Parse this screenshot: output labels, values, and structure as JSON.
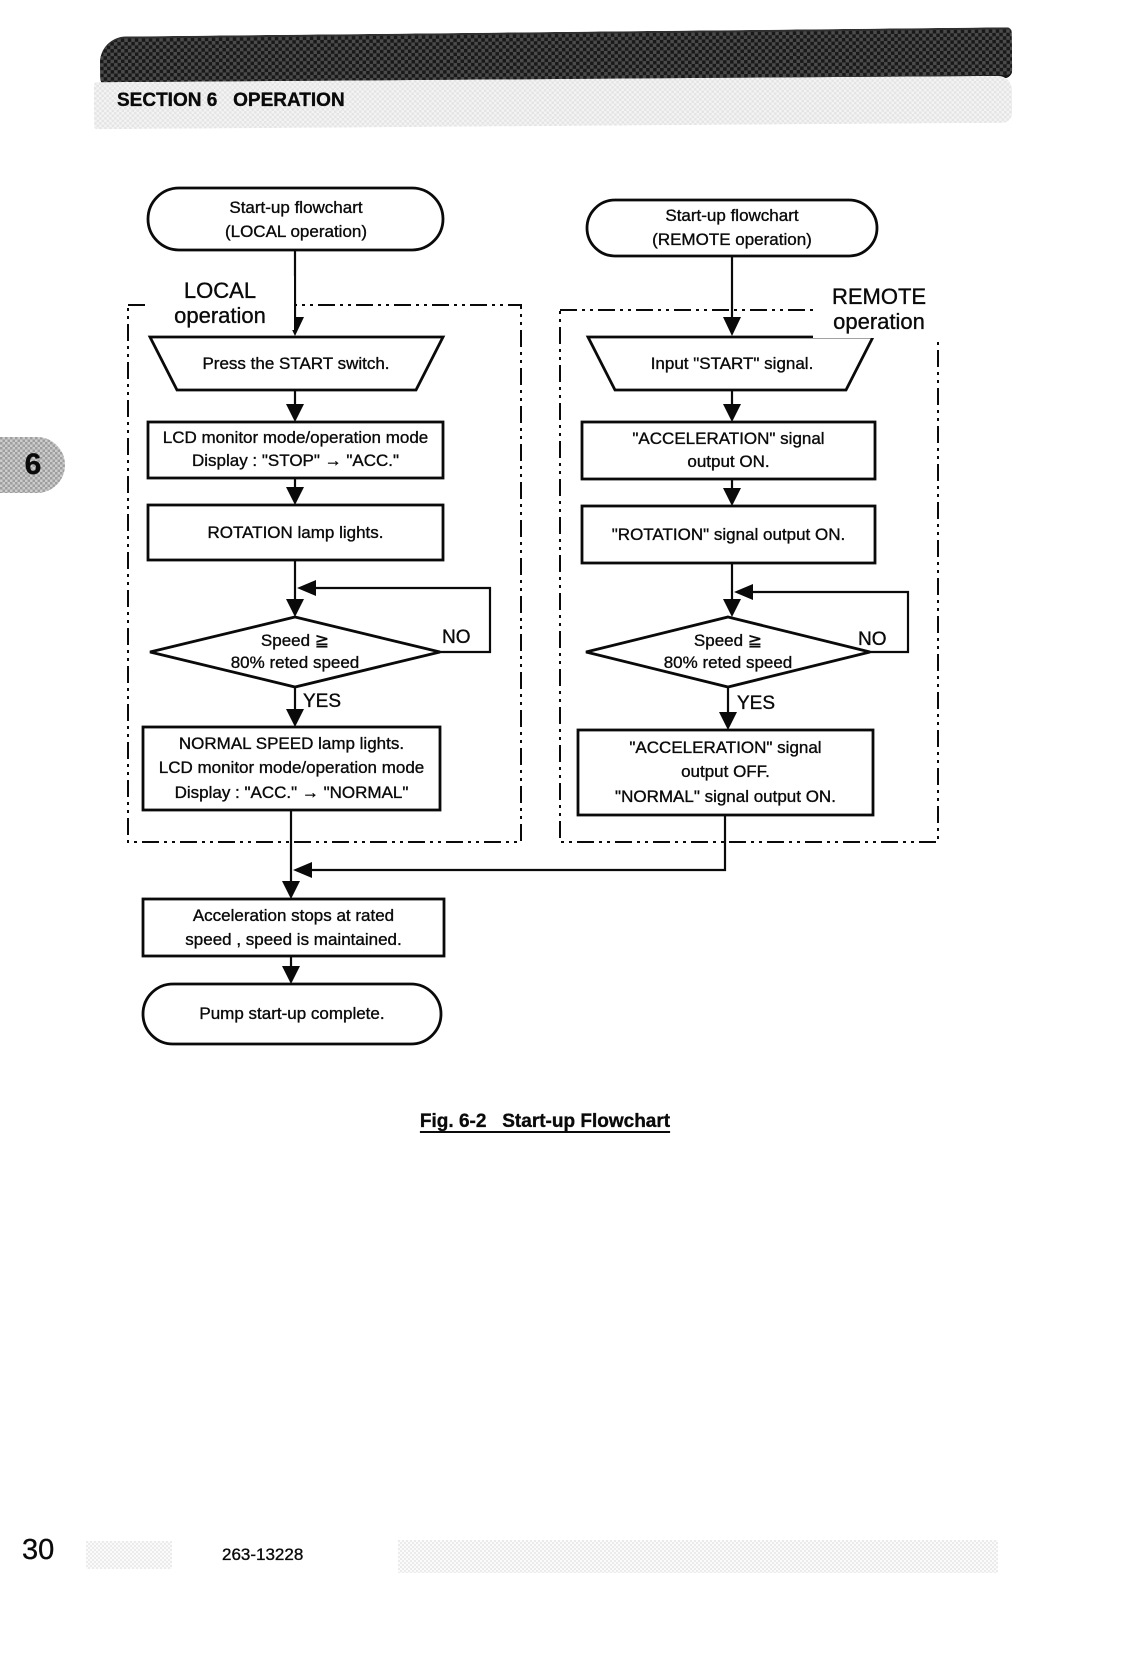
{
  "colors": {
    "ink": "#0a0a0a"
  },
  "header": {
    "section_title": "SECTION 6   OPERATION",
    "side_tab_number": "6"
  },
  "footer": {
    "page_number": "30",
    "document_number": "263-13228"
  },
  "figure": {
    "caption": "Fig. 6-2   Start-up Flowchart"
  },
  "flowchart": {
    "local": {
      "start_terminal": "Start-up flowchart\n(LOCAL operation)",
      "region_label": "LOCAL\noperation",
      "input_step": "Press the START switch.",
      "step_lcd": "LCD monitor mode/operation mode\nDisplay : \"STOP\" → \"ACC.\"",
      "step_rotation": "ROTATION lamp lights.",
      "decision": "Speed ≧\n80% reted speed",
      "no_label": "NO",
      "yes_label": "YES",
      "step_normal": "NORMAL SPEED lamp lights.\nLCD monitor mode/operation mode\nDisplay : \"ACC.\" → \"NORMAL\""
    },
    "remote": {
      "start_terminal": "Start-up flowchart\n(REMOTE operation)",
      "region_label": "REMOTE\noperation",
      "input_step": "Input \"START\" signal.",
      "step_accel_on": "\"ACCELERATION\" signal\noutput ON.",
      "step_rotation_on": "\"ROTATION\" signal output ON.",
      "decision": "Speed ≧\n80% reted speed",
      "no_label": "NO",
      "yes_label": "YES",
      "step_accel_off": "\"ACCELERATION\" signal\noutput OFF.\n\"NORMAL\" signal output ON."
    },
    "merge": {
      "step_rated_speed": "Acceleration stops at rated\nspeed , speed is maintained.",
      "end_terminal": "Pump start-up complete."
    }
  }
}
